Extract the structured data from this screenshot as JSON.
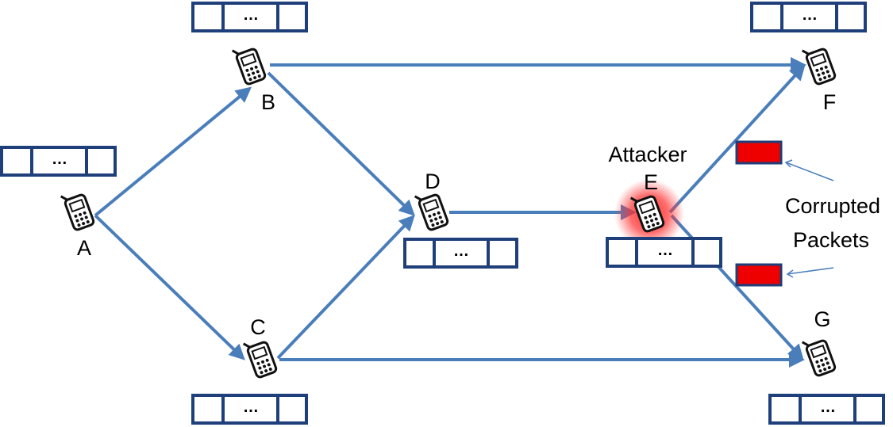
{
  "nodes": {
    "A": {
      "label": "A"
    },
    "B": {
      "label": "B"
    },
    "C": {
      "label": "C"
    },
    "D": {
      "label": "D"
    },
    "E": {
      "label": "E",
      "role": "Attacker"
    },
    "F": {
      "label": "F"
    },
    "G": {
      "label": "G"
    }
  },
  "links": [
    {
      "from": "A",
      "to": "B"
    },
    {
      "from": "A",
      "to": "C"
    },
    {
      "from": "B",
      "to": "D"
    },
    {
      "from": "C",
      "to": "D"
    },
    {
      "from": "B",
      "to": "F"
    },
    {
      "from": "C",
      "to": "G"
    },
    {
      "from": "D",
      "to": "E"
    },
    {
      "from": "E",
      "to": "F"
    },
    {
      "from": "E",
      "to": "G"
    }
  ],
  "buffer_dots": "…",
  "annotations": {
    "attacker": "Attacker",
    "corrupted_line1": "Corrupted",
    "corrupted_line2": "Packets"
  },
  "colors": {
    "arrow": "#4a7ebb",
    "buffer_border": "#1f3f7a",
    "phone": "#111111",
    "corrupted_packet": "#ee0000",
    "attacker_glow": "#ff2020"
  },
  "icons": {
    "node": "mobile-phone-icon",
    "packet": "corrupted-packet-icon"
  }
}
